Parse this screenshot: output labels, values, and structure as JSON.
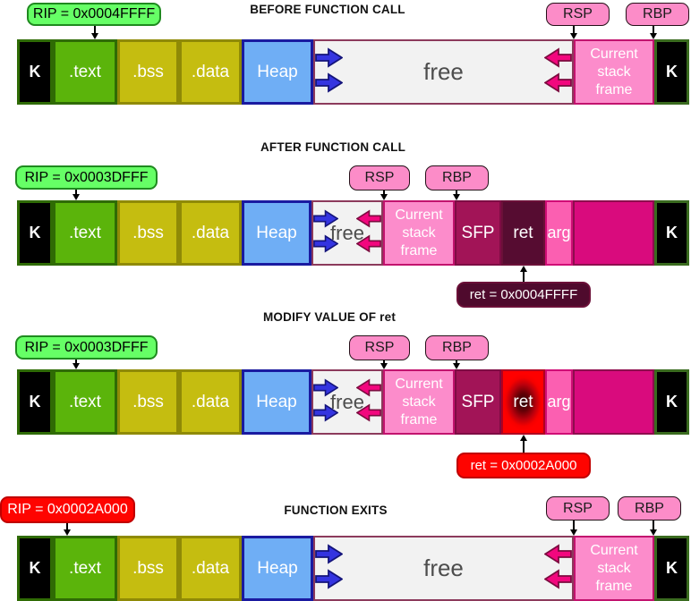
{
  "rows": [
    {
      "title": "BEFORE FUNCTION CALL",
      "rip_label": "RIP = 0x0004FFFF",
      "rsp_label": "RSP",
      "rbp_label": "RBP",
      "segments": {
        "k_left": "K",
        "text": ".text",
        "bss": ".bss",
        "data": ".data",
        "heap": "Heap",
        "free": "free",
        "stack_frame": "Current stack frame",
        "k_right": "K"
      }
    },
    {
      "title": "AFTER FUNCTION CALL",
      "rip_label": "RIP = 0x0003DFFF",
      "rsp_label": "RSP",
      "rbp_label": "RBP",
      "ret_callout": "ret = 0x0004FFFF",
      "segments": {
        "k_left": "K",
        "text": ".text",
        "bss": ".bss",
        "data": ".data",
        "heap": "Heap",
        "free": "free",
        "stack_frame": "Current stack frame",
        "sfp": "SFP",
        "ret": "ret",
        "arg": "arg",
        "k_right": "K"
      }
    },
    {
      "title": "MODIFY VALUE OF ret",
      "rip_label": "RIP = 0x0003DFFF",
      "rsp_label": "RSP",
      "rbp_label": "RBP",
      "ret_callout": "ret = 0x0002A000",
      "segments": {
        "k_left": "K",
        "text": ".text",
        "bss": ".bss",
        "data": ".data",
        "heap": "Heap",
        "free": "free",
        "stack_frame": "Current stack frame",
        "sfp": "SFP",
        "ret": "ret",
        "arg": "arg",
        "k_right": "K"
      }
    },
    {
      "title": "FUNCTION EXITS",
      "rip_label": "RIP = 0x0002A000",
      "rsp_label": "RSP",
      "rbp_label": "RBP",
      "segments": {
        "k_left": "K",
        "text": ".text",
        "bss": ".bss",
        "data": ".data",
        "heap": "Heap",
        "free": "free",
        "stack_frame": "Current stack frame",
        "k_right": "K"
      }
    }
  ],
  "colors": {
    "rip_ok_fill": "#66ff66",
    "rip_ok_border": "#1f8a1f",
    "rip_bad_fill": "#fe0400",
    "register_tag_fill": "#fc8cc8",
    "text_segment": "#5bb40b",
    "bss_data_segment": "#c5bd10",
    "heap_segment": "#6faef5",
    "free_segment": "#f2f2f2",
    "stack_frame_segment": "#fc8ccb",
    "sfp_segment": "#a21457",
    "ret_segment": "#560c31",
    "arg_segment": "#fb5fb1",
    "old_stack_region": "#d90b7d",
    "heap_arrow": "#3434e0",
    "stack_arrow": "#f2077e"
  }
}
